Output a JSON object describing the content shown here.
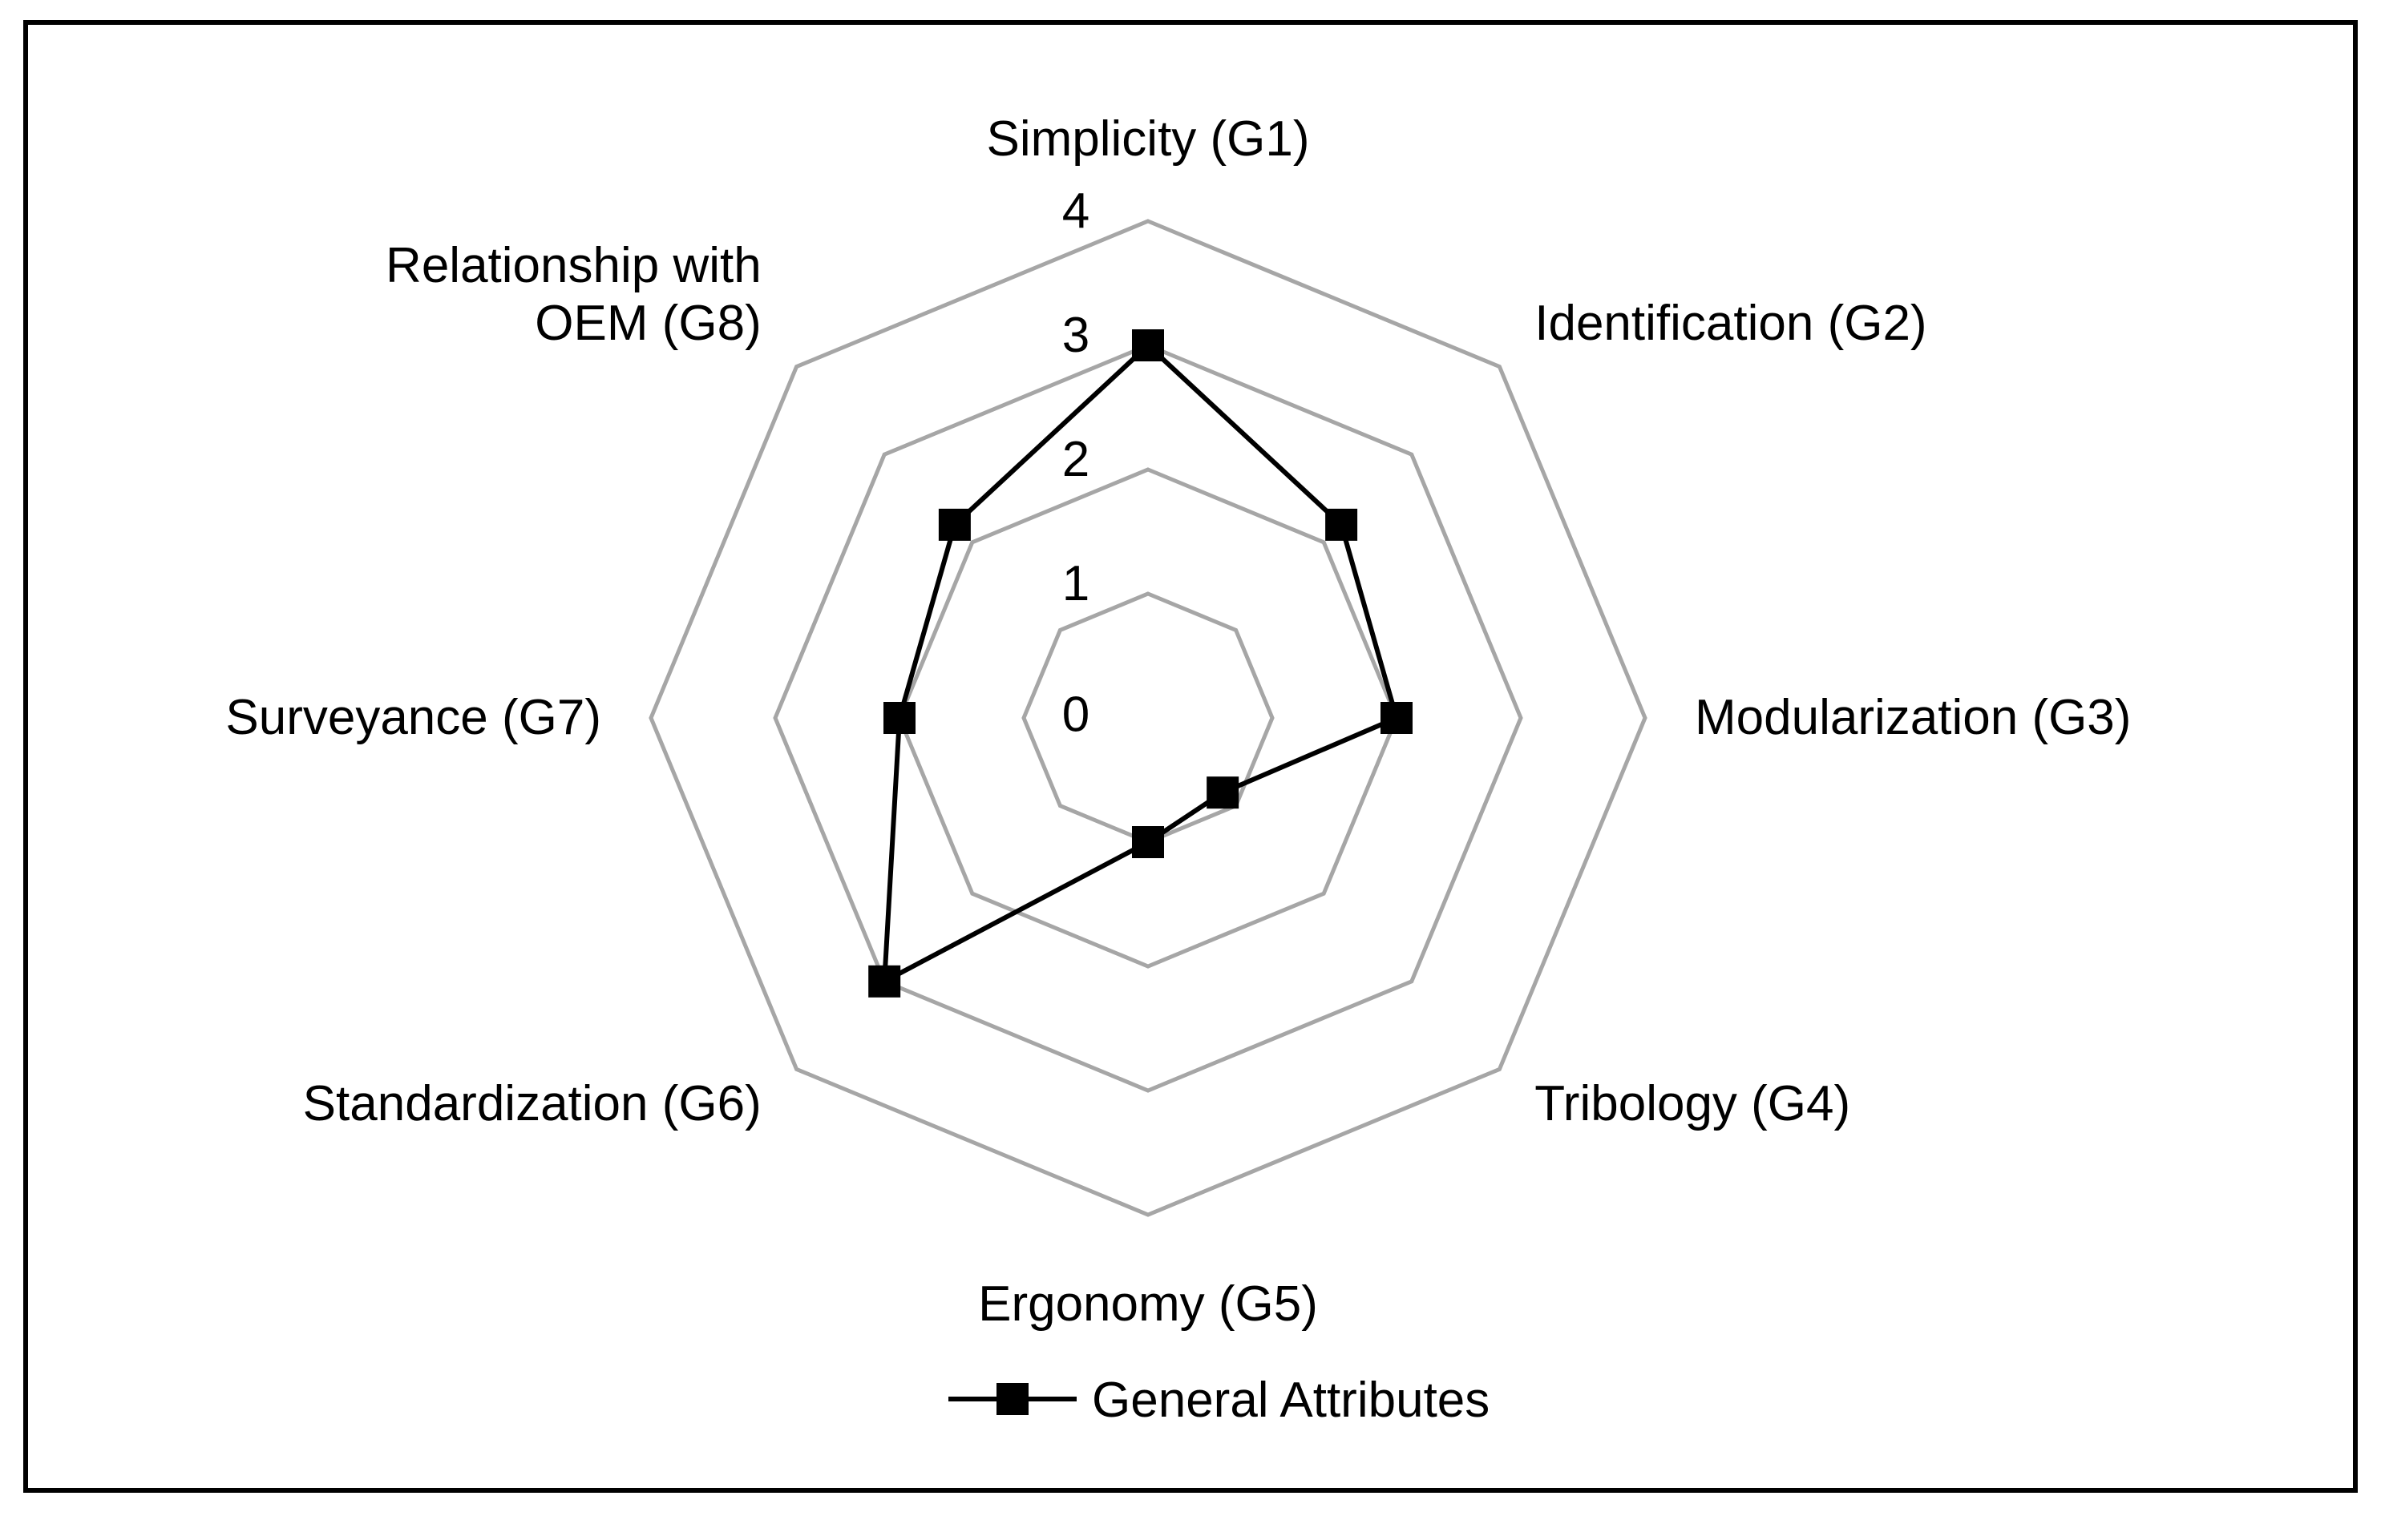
{
  "chart_data": {
    "type": "radar",
    "categories": [
      "Simplicity (G1)",
      "Identification (G2)",
      "Modularization (G3)",
      "Tribology (G4)",
      "Ergonomy (G5)",
      "Standardization (G6)",
      "Surveyance (G7)",
      [
        "Relationship with",
        "OEM (G8)"
      ]
    ],
    "series": [
      {
        "name": "General Attributes",
        "values": [
          3.0,
          2.2,
          2.0,
          0.85,
          1.0,
          3.0,
          2.0,
          2.2
        ],
        "color": "#000000",
        "marker": "square"
      }
    ],
    "rlim": [
      0,
      4
    ],
    "rticks": [
      0,
      1,
      2,
      3,
      4
    ],
    "grid": true,
    "grid_color": "#a6a6a6",
    "legend_position": "bottom"
  }
}
